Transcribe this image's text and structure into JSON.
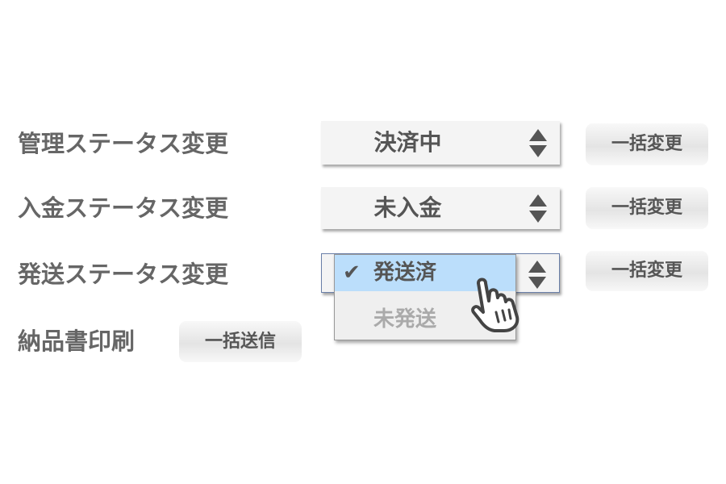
{
  "rows": [
    {
      "label": "管理ステータス変更",
      "select_value": "決済中",
      "button": "一括変更"
    },
    {
      "label": "入金ステータス変更",
      "select_value": "未入金",
      "button": "一括変更"
    },
    {
      "label": "発送ステータス変更",
      "select_value": "発送済",
      "button": "一括変更",
      "options": [
        {
          "label": "発送済",
          "selected": true
        },
        {
          "label": "未発送",
          "selected": false
        }
      ]
    },
    {
      "label": "納品書印刷",
      "button": "一括送信"
    }
  ],
  "colors": {
    "highlight": "#bbdefb",
    "text": "#666666",
    "select_border": "#6a7fa8"
  }
}
